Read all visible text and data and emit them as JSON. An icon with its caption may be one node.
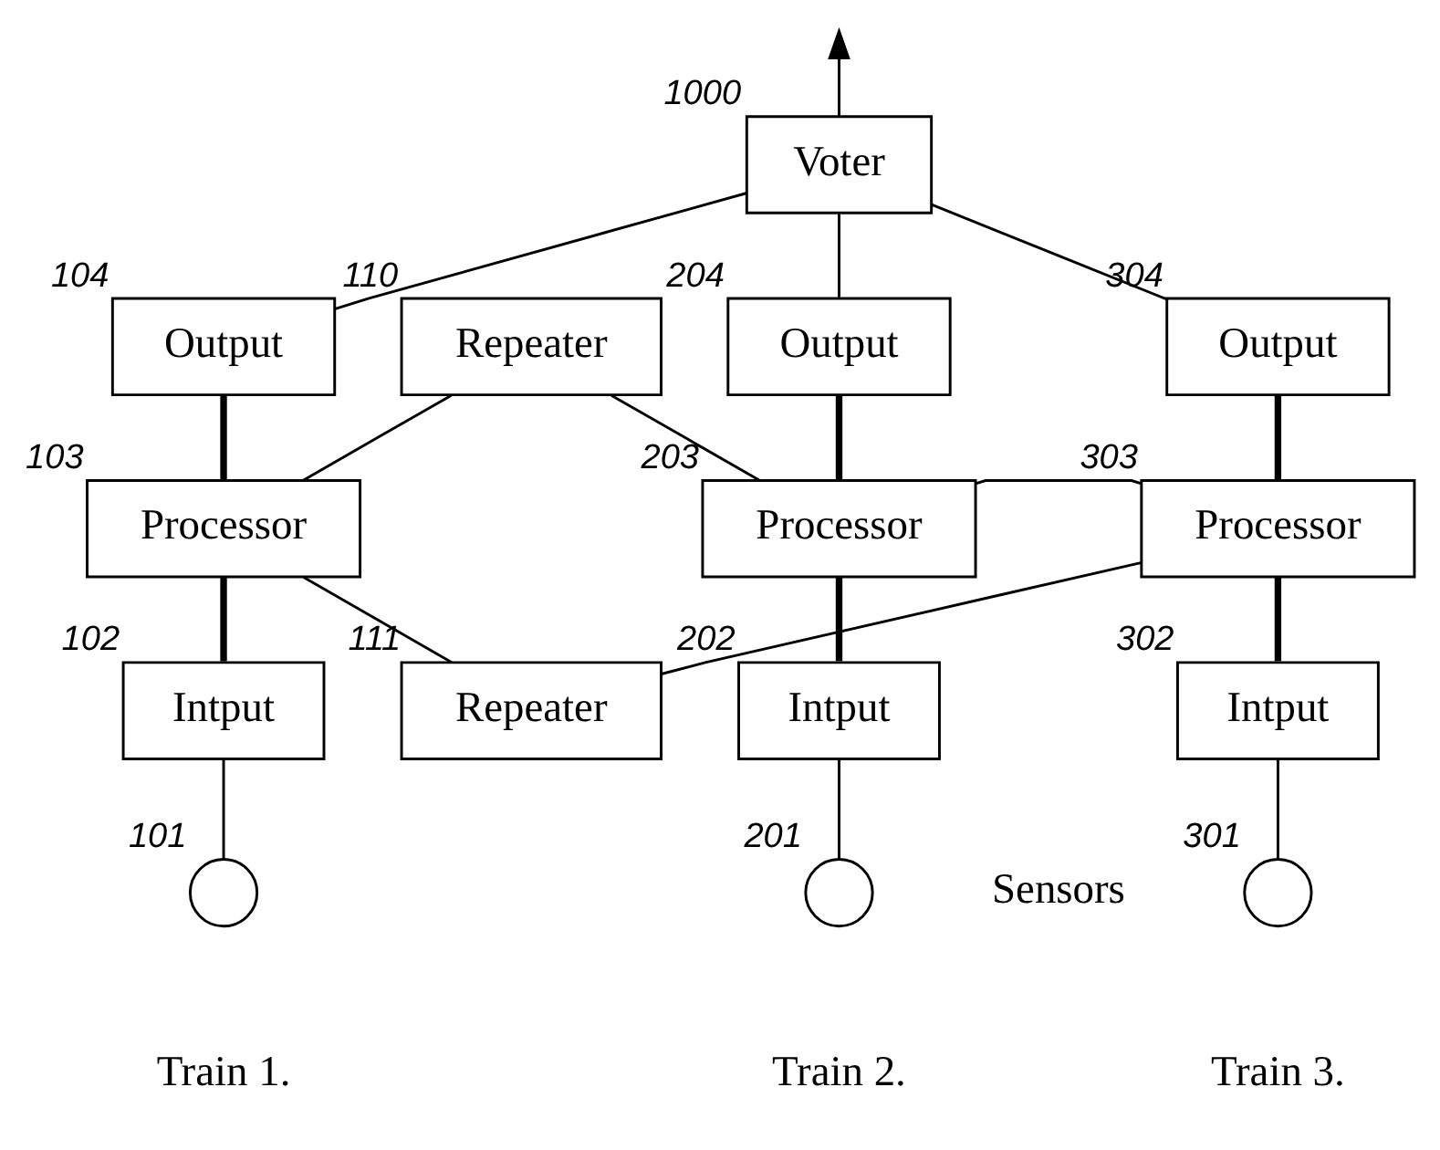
{
  "diagram": {
    "nodes": [
      {
        "text": [
          "Voter"
        ],
        "beside": [
          "1000"
        ]
      },
      {
        "text": [
          "Output"
        ],
        "beside": [
          "104"
        ]
      },
      {
        "text": [
          "Output"
        ],
        "beside": [
          "204"
        ]
      },
      {
        "text": [
          "Output"
        ],
        "beside": [
          "304"
        ]
      },
      {
        "text": [
          "Repeater"
        ],
        "beside": [
          "110"
        ]
      },
      {
        "text": [
          "Processor"
        ],
        "beside": [
          "103"
        ]
      },
      {
        "text": [
          "Processor"
        ],
        "beside": [
          "203"
        ]
      },
      {
        "text": [
          "Processor"
        ],
        "beside": [
          "303"
        ]
      },
      {
        "text": [
          "Intput"
        ],
        "beside": [
          "102"
        ]
      },
      {
        "text": [
          "Repeater"
        ],
        "beside": [
          "111"
        ]
      },
      {
        "text": [
          "Intput"
        ],
        "beside": [
          "202"
        ]
      },
      {
        "text": [
          "Intput"
        ],
        "beside": [
          "302"
        ]
      },
      {
        "text": [],
        "shape": "circle",
        "beside": [
          "101"
        ]
      },
      {
        "text": [],
        "shape": "circle",
        "beside": [
          "201"
        ]
      },
      {
        "text": [],
        "shape": "circle",
        "beside": [
          "301"
        ]
      }
    ],
    "edges": [
      {
        "from": 0,
        "to": null,
        "arrow": "to"
      },
      {
        "from": 0,
        "to": 1,
        "arrow": "none"
      },
      {
        "from": 0,
        "to": 2,
        "arrow": "none"
      },
      {
        "from": 0,
        "to": 3,
        "arrow": "none"
      },
      {
        "from": 1,
        "to": 5,
        "arrow": "none",
        "style": "thick"
      },
      {
        "from": 2,
        "to": 6,
        "arrow": "none",
        "style": "thick"
      },
      {
        "from": 3,
        "to": 7,
        "arrow": "none",
        "style": "thick"
      },
      {
        "from": 4,
        "to": 5,
        "arrow": "none"
      },
      {
        "from": 4,
        "to": 6,
        "arrow": "none"
      },
      {
        "from": 6,
        "to": 7,
        "arrow": "none"
      },
      {
        "from": 5,
        "to": 8,
        "arrow": "none",
        "style": "thick"
      },
      {
        "from": 5,
        "to": 9,
        "arrow": "none"
      },
      {
        "from": 7,
        "to": 9,
        "arrow": "none"
      },
      {
        "from": 6,
        "to": 10,
        "arrow": "none",
        "style": "thick"
      },
      {
        "from": 7,
        "to": 11,
        "arrow": "none",
        "style": "thick"
      },
      {
        "from": 8,
        "to": 12,
        "arrow": "none"
      },
      {
        "from": 10,
        "to": 13,
        "arrow": "none"
      },
      {
        "from": 11,
        "to": 14,
        "arrow": "none"
      }
    ],
    "labels": [
      "Sensors",
      "Train 1.",
      "Train 2.",
      "Train 3."
    ]
  }
}
